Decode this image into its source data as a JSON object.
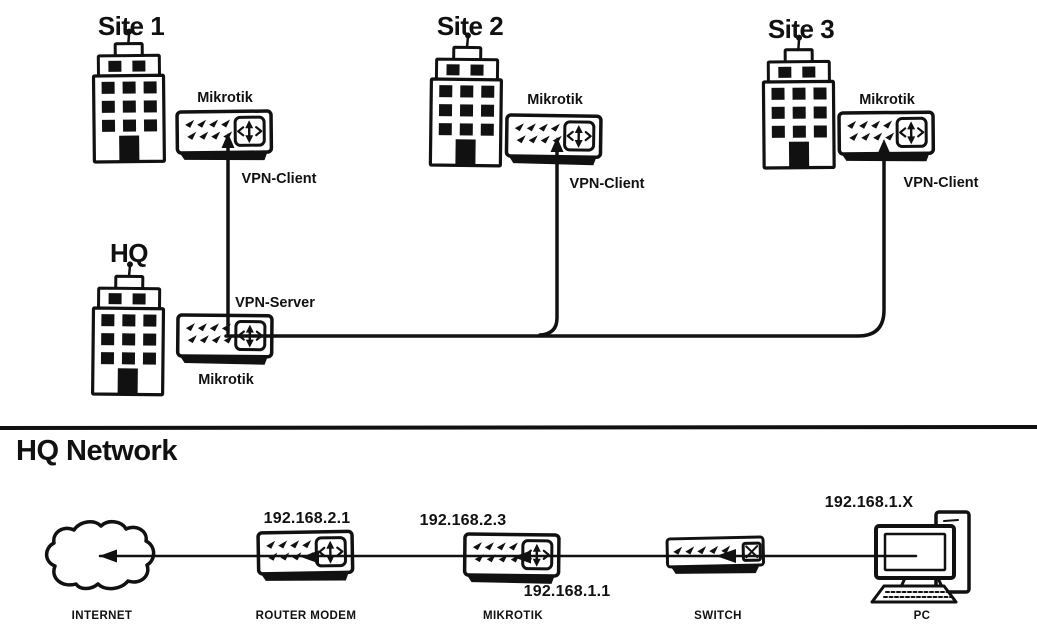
{
  "colors": {
    "ink": "#111111",
    "background": "#ffffff"
  },
  "vpn_topology": {
    "sites": [
      {
        "name": "Site 1",
        "router_label": "Mikrotik",
        "vpn_role": "VPN-Client"
      },
      {
        "name": "Site 2",
        "router_label": "Mikrotik",
        "vpn_role": "VPN-Client"
      },
      {
        "name": "Site 3",
        "router_label": "Mikrotik",
        "vpn_role": "VPN-Client"
      }
    ],
    "hq": {
      "name": "HQ",
      "router_label": "Mikrotik",
      "vpn_role": "VPN-Server"
    }
  },
  "hq_network": {
    "heading": "HQ Network",
    "nodes": [
      {
        "label": "INTERNET"
      },
      {
        "label": "ROUTER MODEM",
        "ip": "192.168.2.1"
      },
      {
        "label": "MIKROTIK",
        "wan_ip": "192.168.2.3",
        "lan_ip": "192.168.1.1"
      },
      {
        "label": "SWITCH"
      },
      {
        "label": "PC",
        "ip": "192.168.1.X"
      }
    ]
  }
}
